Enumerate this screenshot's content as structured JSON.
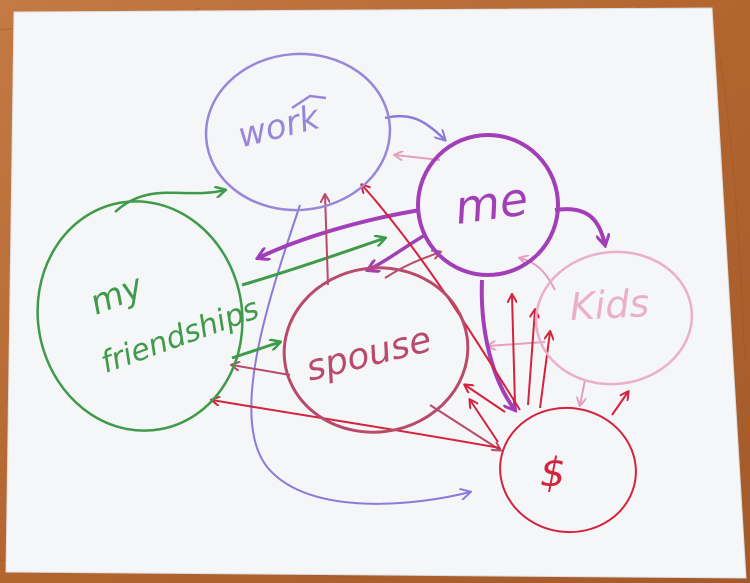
{
  "nodes": {
    "work": {
      "label": "work",
      "color": "#9a86d8"
    },
    "me": {
      "label": "me",
      "color": "#a23fb8"
    },
    "friendships": {
      "label_line1": "my",
      "label_line2": "friendships",
      "color": "#3f9a4a"
    },
    "spouse": {
      "label": "spouse",
      "color": "#b84a6a"
    },
    "kids": {
      "label": "Kids",
      "color": "#eab0c8"
    },
    "money": {
      "label": "$",
      "color": "#d4233c"
    }
  },
  "colors": {
    "paper": "#f5f6f8",
    "table": "#b86a3a",
    "table_dark": "#8f4d25",
    "arrow_red": "#d4233c",
    "arrow_purple": "#a23fb8",
    "arrow_green": "#3f9a4a",
    "arrow_lavender": "#8c7ad8",
    "arrow_pink": "#e3a1bd",
    "arrow_rose": "#b84a6a"
  }
}
